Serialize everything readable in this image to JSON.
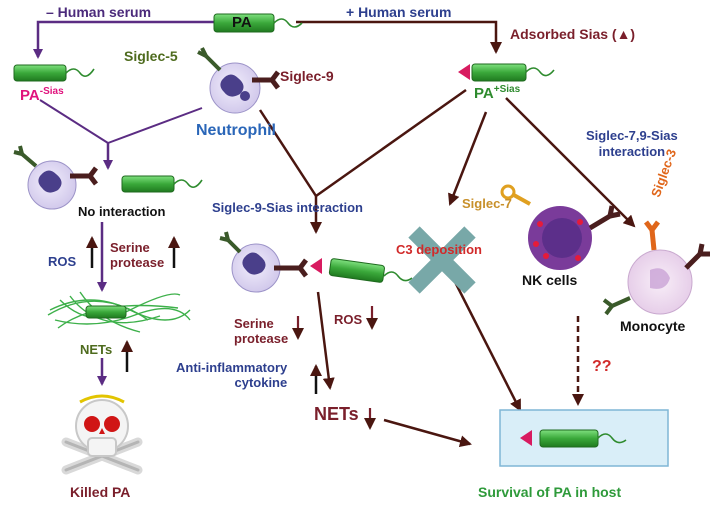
{
  "pa_center": "PA",
  "minus_serum": "– Human serum",
  "plus_serum": "+ Human serum",
  "adsorbed_sias": "Adsorbed Sias (▲)",
  "pa_minus_sias": {
    "base": "PA",
    "sup": "-Sias"
  },
  "pa_plus_sias": {
    "base": "PA",
    "sup": "+Sias"
  },
  "siglec5": "Siglec-5",
  "siglec9": "Siglec-9",
  "neutrophil": "Neutrophil",
  "no_interaction": "No interaction",
  "ros_left": "ROS",
  "serine_protease_left": "Serine\nprotease",
  "nets_left": "NETs",
  "killed_pa": "Killed PA",
  "siglec9_sias_interaction": "Siglec-9-Sias interaction",
  "serine_protease_mid": "Serine\nprotease",
  "ros_mid": "ROS",
  "anti_inflammatory": "Anti-inflammatory\ncytokine",
  "nets_mid": "NETs",
  "siglec7_9_sias": "Siglec-7,9-Sias\ninteraction",
  "siglec7": "Siglec-7",
  "siglec3": "Siglec-3",
  "c3_deposition": "C3 deposition",
  "nk_cells": "NK cells",
  "monocyte": "Monocyte",
  "question": "??",
  "survival": "Survival  of PA in host",
  "colors": {
    "purple_arrow": "#5b2c83",
    "maroon_arrow": "#5a1a12",
    "pa_green": "#3aa83a",
    "sias_magenta": "#d81b60",
    "blue_text": "#2d3f8e"
  }
}
